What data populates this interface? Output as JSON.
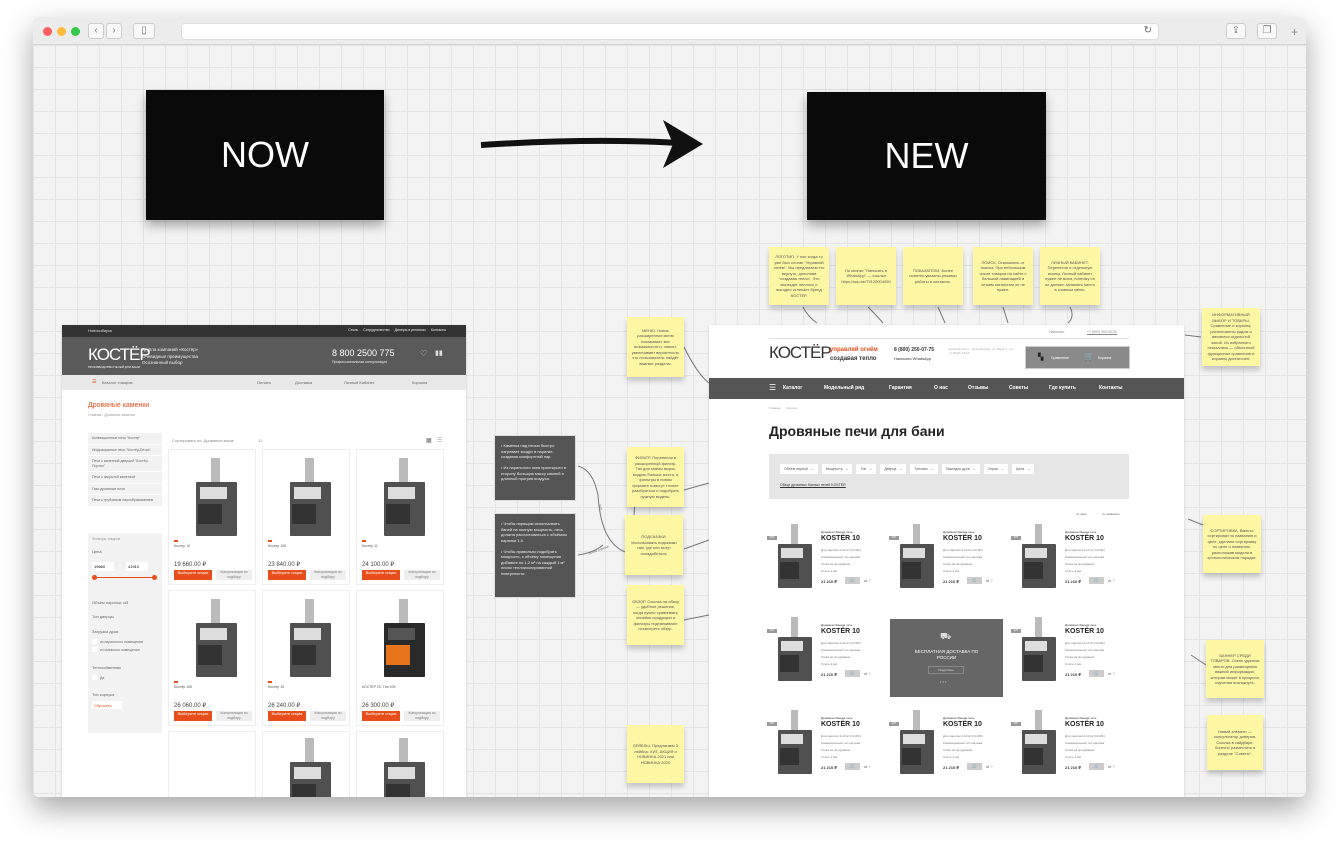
{
  "labels": {
    "now": "NOW",
    "new": "NEW"
  },
  "colors": {
    "accent": "#e84e1b",
    "sticky": "#fdf6a3",
    "dark_note": "#555555"
  },
  "old_site": {
    "city": "Новосибирск",
    "top_links": [
      "Стиль",
      "Сотрудничество",
      "Дилеры в регионах",
      "Контакты"
    ],
    "logo": "КОСТЁР",
    "logo_sub": "ПРОИЗВОДСТВО ПЕЧЕЙ ДЛЯ БАНИ",
    "company": [
      "Группа компаний «Костёр»",
      "Очевидные преимущества",
      "Осознанный выбор"
    ],
    "phone": "8 800 2500 775",
    "phone_sub": "Профессиональная консультация",
    "nav": [
      "Каталог товаров",
      "Оплата",
      "Доставка",
      "Личный Кабинет",
      "Корзина"
    ],
    "title": "Дровяные каменки",
    "breadcrumb": "Главная / Дровяные каменки",
    "sort": "Сортировать по: Дровяные выше",
    "per_page": "12",
    "categories": [
      "Конвекционные печи \"Костер\"",
      "Инфракрасные печи \"Костёр-Сетка\"",
      "Печи с каменной дверцей \"Костёр-Портал\"",
      "Печи с закрытой каменкой",
      "Газо-дровяные печи",
      "Печи с трубчатым парообразованием"
    ],
    "filters_title": "Фильтры товаров",
    "price_label": "Цена",
    "price_from": "19660",
    "price_to": "41910",
    "filters": [
      "Объём парилки, м3",
      "Тип дверцы",
      "Загрузка дров",
      "Теплообменник",
      "Тип корпуса"
    ],
    "checks": [
      "из парильного помещения",
      "из смежного помещения",
      "Да"
    ],
    "reset": "Сбросить",
    "buy": "Выберите опции",
    "consult": "Консультация по подбору",
    "products": [
      {
        "name": "Костер 10",
        "price": "19 660.00 ₽"
      },
      {
        "name": "Костер 10К",
        "price": "23 840.00 ₽"
      },
      {
        "name": "Костер 11",
        "price": "24 100.00 ₽"
      },
      {
        "name": "Костёр 10К",
        "price": "26 060.00 ₽"
      },
      {
        "name": "Костёр 15",
        "price": "26 240.00 ₽"
      },
      {
        "name": "КОСТЁР 20, Тип 10К",
        "price": "26 300.00 ₽"
      }
    ]
  },
  "new_site": {
    "top_links": [
      "Написать",
      "+7 (000) 000-00-00"
    ],
    "logo": "КОСТЁР",
    "slogan": [
      "управляй огнём",
      "создавая тепло"
    ],
    "phone": "8 (800) 250-07-75",
    "phone_sub": "Написать WhatsApp",
    "address": "kostёr@mail.ru · Екатеринбург, ул. Мира 1 · пн-пт 09:00–18:00",
    "compare": "Сравнение",
    "cart": "Корзина",
    "nav": [
      "Каталог",
      "Модельный ряд",
      "Гарантия",
      "О нас",
      "Отзывы",
      "Советы",
      "Где купить",
      "Контакты"
    ],
    "breadcrumb": [
      "Главная",
      "Каталог"
    ],
    "title": "Дровяные печи для бани",
    "filters": [
      "Объём парной",
      "Мощность",
      "Тип",
      "Дверца",
      "Топливо",
      "Закладка дров",
      "Серия",
      "Цена"
    ],
    "review_link": "Обзор дровяных банных печей KOSTЁR",
    "sort": [
      "по цене",
      "по названию"
    ],
    "product": {
      "badge": "ХИТ",
      "type": "Дровяная банная печь",
      "name": "KOSTЁR 10",
      "specs": [
        "Для парилки 4-10 м³ (10 кВт)",
        "Конвекционный тип нагрева",
        "Топка на продувание",
        "Сталь 4 мм"
      ],
      "price": "21 210 ₽"
    },
    "promo": {
      "title": "БЕСПЛАТНАЯ ДОСТАВКА ПО РОССИИ",
      "button": "Подробнее"
    }
  },
  "notes": {
    "top": [
      "ЛОГОТИП. У нас когда-то уже был слоган \"Управляй огнём\". Мы предлагаем его вернуть, дополнив \"создавая тепло\". Это выглядит неплохо и выгодно отличает бренд КОСТЁР.",
      "По кнопке \"Написать в WhatsApp\" — ссылка https://wa.me/79120004050",
      "ПОКАЗАТЕЛИ. Более понятно указаны режимы работы и контакты.",
      "ПОИСК. Отказались от поиска. При небольшом числе товаров на сайте с большой навигацией и четким каталогом он не нужен.",
      "ЛИЧНЫЙ КАБИНЕТ. Перенесли в отдельную иконку. Личный кабинет нужен не всем, поэтому он не должен занимать место в главном меню."
    ],
    "left": [
      "МЕНЮ. Новое расширенное меню показывает все возможности и, значит, увеличивает вероятность что пользователь найдёт важные разделы.",
      "ФИЛЬТР. Перенесли в расширенный фильтр. Так для гаммы вырос модуль больше места, а фильтры в новом формате помогут точнее разобраться и подобрать нужную модель.",
      "ПОДСКАЗКИ. Использовать подсказки там, где они могут понадобиться.",
      "ОБЗОР. Ссылка на обзор — удобное решение, когда нужно сравнивать линейки продукции и фильтры подталкивают посмотреть обзор.",
      "ЛЕЙБЛЫ. Предлагаем 3 лейбла: ХИТ, АКЦИЯ и НОВИНКА 2021 или НОВИНКА 2020"
    ],
    "right": [
      "ИНФОРМАТИВНЫЙ ВЫБОР И ТОВАРЫ. Сравнение и корзина, расположены рядом и являются отдельной зоной. Из избранного отказались — объектный функционал сравнения и корзины достаточен.",
      "СОРТИРОВКА. Вместо сортировки по названию и цене, сделали сортировку по цене и названию, расположив модели в хронологическом порядке.",
      "БАННЕР СРЕДИ ТОВАРОВ. Очень удачное место для размещения важной информации, которая может в процессе изучения возникнуть.",
      "Новый элемент — консультатор доверия. Ссылка в сайдбаре. Логично разместить в разделе \"Советы\"."
    ],
    "dark": [
      "• Каменка над печью быстро нагревает воздух в парилке, создавая комфортный пар.\n\n• Из парильного окна приоткрыто в сторону большую массу камней и длинный прогрев воздуха.",
      "• Чтобы парящим использовать баней на полную мощность, печь должна рассчитываться с объёмом парилки 1,5.\n\n• Чтобы правильно подобрать мощность, к объёму помещения добавьте по 1,2 м³ на каждый 1 м² плохо теплоизолированной поверхности."
    ],
    "arrow_labels": [
      "ТИП",
      "объём парилки"
    ]
  }
}
